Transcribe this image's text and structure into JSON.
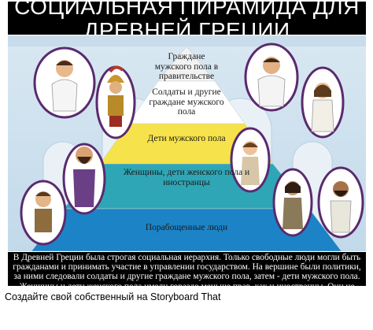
{
  "title": "СОЦИАЛЬНАЯ ПИРАМИДА ДЛЯ ДРЕВНЕЙ ГРЕЦИИ",
  "pyramid": {
    "tiers": [
      {
        "label": "Граждане мужского пола в правительстве",
        "color": "#f2f2f2"
      },
      {
        "label": "Солдаты и другие граждане мужского пола",
        "color": "#ffffff"
      },
      {
        "label": "Дети мужского пола",
        "color": "#f6e24a"
      },
      {
        "label": "Женщины, дети женского пола и иностранцы",
        "color": "#2fa6b5"
      },
      {
        "label": "Порабощенные люди",
        "color": "#1c84c6"
      }
    ]
  },
  "caption": "В Древней Греции была строгая социальная иерархия. Только свободные люди могли быть гражданами и принимать участие в управлении государством. На вершине были политики, за ними следовали солдаты и другие граждане мужского пола, затем - дети мужского пола. Женщины и дети женского пола имели гораздо меньше прав, как и иностранцы. Они не были гражданами. У порабощенных людей была тяжелая жизнь и они были бесправны.",
  "footer": "Создайте свой собственный на Storyboard That",
  "characters": [
    {
      "icon": "greek-citizen-man-icon"
    },
    {
      "icon": "spartan-soldier-icon"
    },
    {
      "icon": "bearded-philosopher-icon"
    },
    {
      "icon": "boy-child-icon"
    },
    {
      "icon": "greek-man-icon"
    },
    {
      "icon": "greek-woman-icon"
    },
    {
      "icon": "greek-girl-icon"
    },
    {
      "icon": "foreign-woman-icon"
    },
    {
      "icon": "enslaved-man-icon"
    }
  ]
}
